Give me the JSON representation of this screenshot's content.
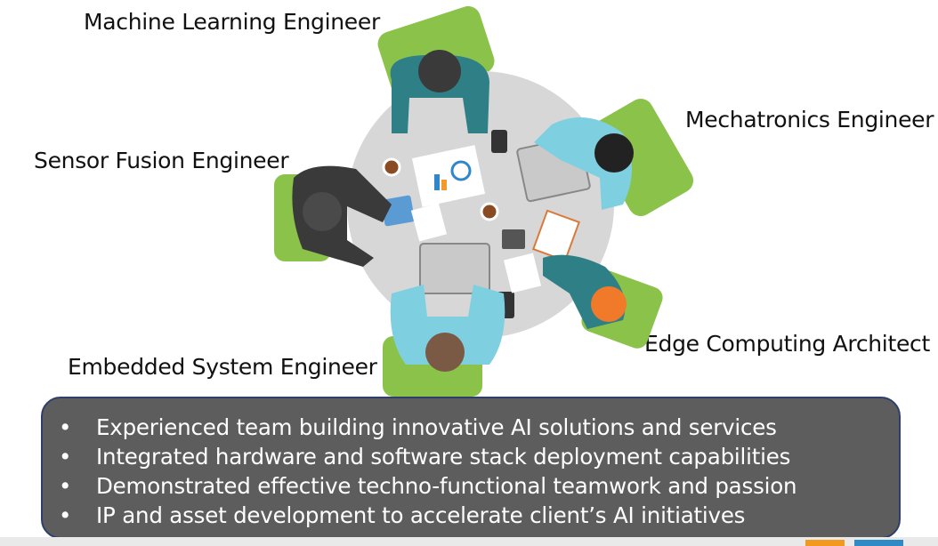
{
  "roles": {
    "ml": "Machine Learning Engineer",
    "mech": "Mechatronics Engineer",
    "sensor": "Sensor Fusion Engineer",
    "edge": "Edge Computing Architect",
    "embedded": "Embedded System Engineer"
  },
  "bullets": [
    "Experienced team building innovative AI solutions and services",
    "Integrated hardware and software stack deployment capabilities",
    "Demonstrated effective techno-functional teamwork and passion",
    "IP and asset development to accelerate client’s AI initiatives"
  ],
  "bullet_symbol": "•",
  "colors": {
    "table": "#d7d7d7",
    "chair": "#8bc34a",
    "teal": "#2f7f86",
    "light_blue": "#7ed0e0",
    "dark_suit": "#3a3a3a",
    "panel": "#5d5d5d",
    "panel_border": "#2f3f6a"
  }
}
